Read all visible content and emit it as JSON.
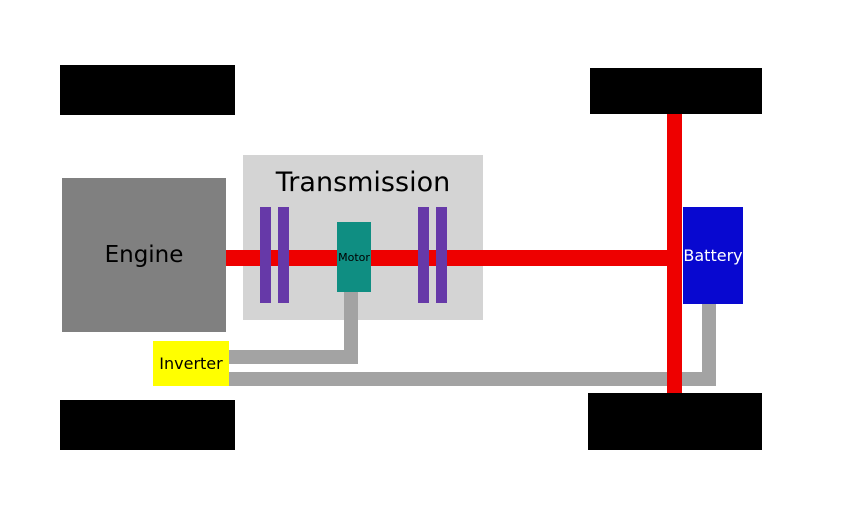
{
  "diagram": {
    "transmission": {
      "label": "Transmission"
    },
    "engine": {
      "label": "Engine"
    },
    "motor": {
      "label": "Motor"
    },
    "battery": {
      "label": "Battery"
    },
    "inverter": {
      "label": "Inverter"
    },
    "colors": {
      "background": "#ffffff",
      "wheel": "#000000",
      "transmission_panel": "#d4d4d4",
      "engine": "#808080",
      "motor": "#0f8e82",
      "battery": "#0808d0",
      "inverter": "#ffff00",
      "drive_shaft": "#ee0000",
      "clutch": "#6639a8",
      "wire": "#a3a3a3"
    }
  }
}
